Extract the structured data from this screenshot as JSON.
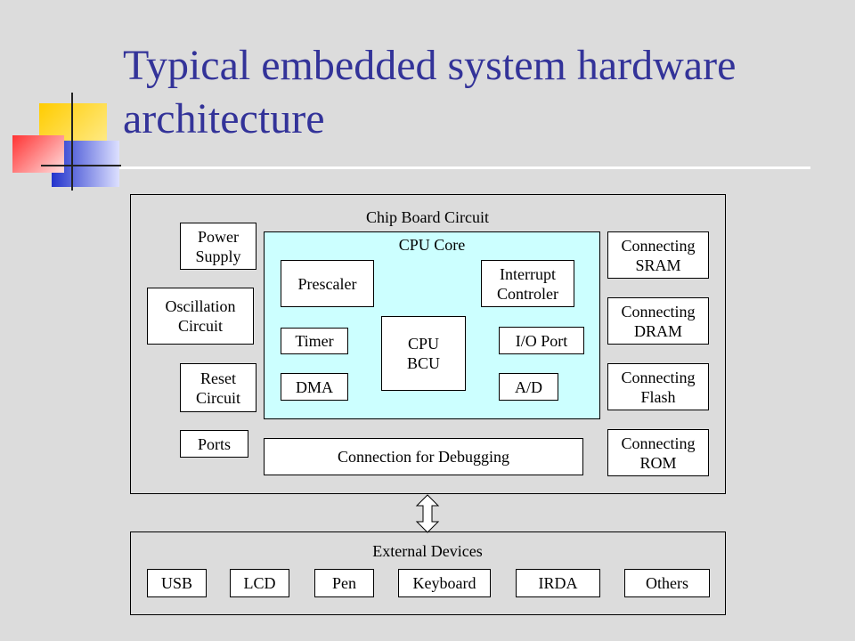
{
  "title": "Typical embedded system hardware architecture",
  "colors": {
    "background": "#dcdcdc",
    "title": "#333399",
    "cpu_core_fill": "#ccffff",
    "deco_yellow": "#ffcc00",
    "deco_red": "#ff3333",
    "deco_blue": "#3333cc"
  },
  "chip_board": {
    "label": "Chip Board Circuit",
    "left_items": [
      "Power\nSupply",
      "Oscillation\nCircuit",
      "Reset\nCircuit",
      "Ports"
    ],
    "right_items": [
      "Connecting\nSRAM",
      "Connecting\nDRAM",
      "Connecting\nFlash",
      "Connecting\nROM"
    ],
    "debug": "Connection for Debugging"
  },
  "cpu_core": {
    "label": "CPU Core",
    "prescaler": "Prescaler",
    "interrupt": "Interrupt\nControler",
    "timer": "Timer",
    "dma": "DMA",
    "cpu_bcu": "CPU\nBCU",
    "io_port": "I/O Port",
    "ad": "A/D"
  },
  "external": {
    "label": "External Devices",
    "items": [
      "USB",
      "LCD",
      "Pen",
      "Keyboard",
      "IRDA",
      "Others"
    ]
  }
}
